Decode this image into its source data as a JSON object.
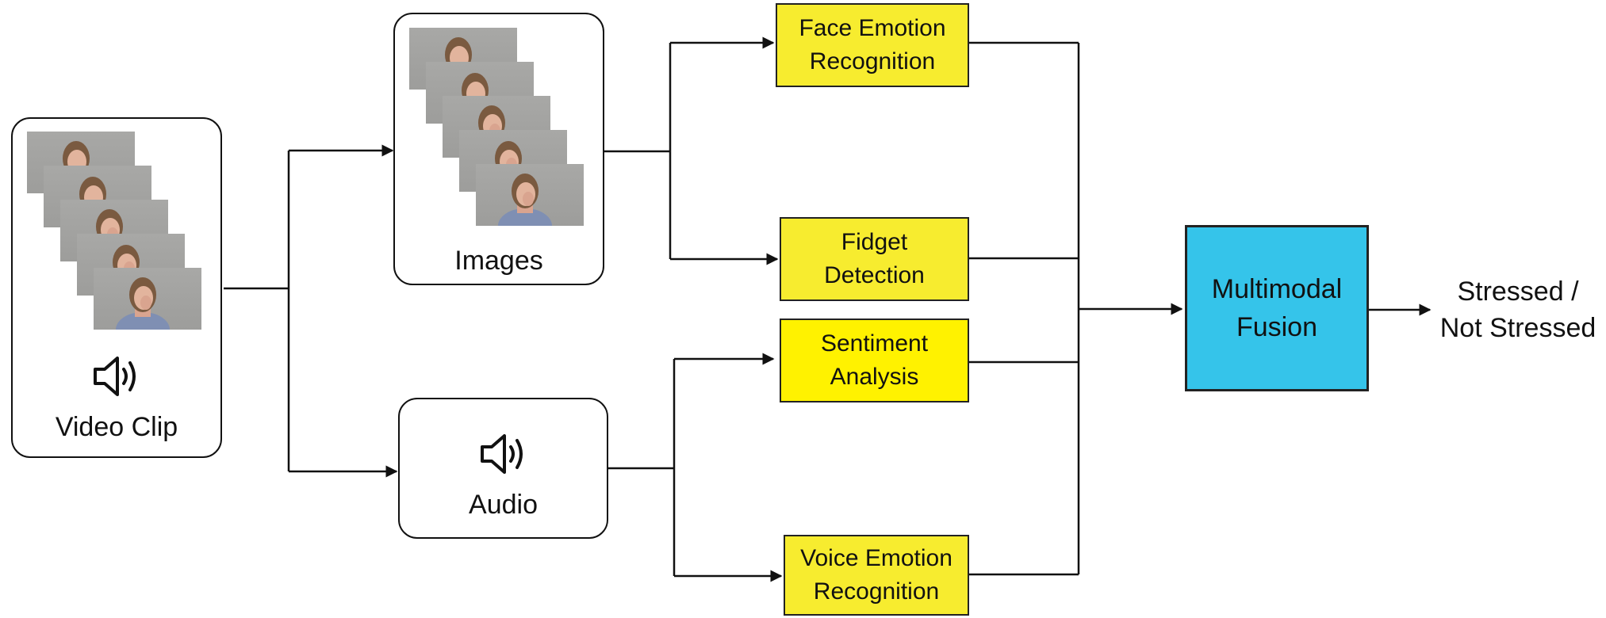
{
  "video_clip": {
    "label": "Video Clip",
    "icon": "speaker-icon"
  },
  "images": {
    "label": "Images"
  },
  "audio": {
    "label": "Audio",
    "icon": "speaker-icon"
  },
  "modules": {
    "face_emotion": "Face Emotion\nRecognition",
    "fidget": "Fidget\nDetection",
    "sentiment": "Sentiment\nAnalysis",
    "voice_emotion": "Voice Emotion\nRecognition"
  },
  "fusion": {
    "label": "Multimodal\nFusion"
  },
  "output": {
    "label": "Stressed /\nNot Stressed"
  },
  "colors": {
    "module_fill": "#f7ec2f",
    "sentiment_fill": "#fff200",
    "fusion_fill": "#35c4ea",
    "frame_bg": "#a3a3a1",
    "line": "#111111"
  }
}
